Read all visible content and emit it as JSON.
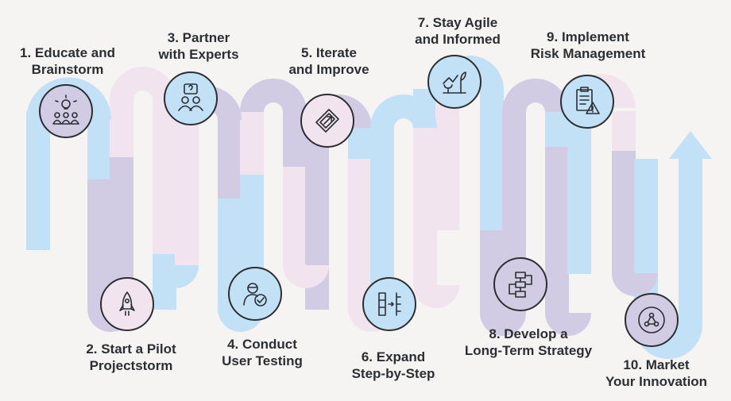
{
  "colors": {
    "background": "#f6f3f3",
    "blue": "#c3e1f6",
    "pink": "#f1e4ee",
    "lavender": "#d1cbe3",
    "circle_border": "#2b2f33",
    "text": "#2b2f33"
  },
  "steps": [
    {
      "number": "1.",
      "line1": "Educate and",
      "line2": "Brainstorm",
      "icon": "people-lightbulb-icon",
      "circle_color": "#d1cbe3"
    },
    {
      "number": "2.",
      "line1": "Start a Pilot",
      "line2": "Projectstorm",
      "icon": "rocket-icon",
      "circle_color": "#f1e4ee"
    },
    {
      "number": "3.",
      "line1": "Partner",
      "line2": "with Experts",
      "icon": "discussion-icon",
      "circle_color": "#c3e1f6"
    },
    {
      "number": "4.",
      "line1": "Conduct",
      "line2": "User Testing",
      "icon": "user-check-icon",
      "circle_color": "#c3e1f6"
    },
    {
      "number": "5.",
      "line1": "Iterate",
      "line2": "and Improve",
      "icon": "tag-arrow-icon",
      "circle_color": "#f1e4ee"
    },
    {
      "number": "6.",
      "line1": "Expand",
      "line2": "Step-by-Step",
      "icon": "progress-steps-icon",
      "circle_color": "#c3e1f6"
    },
    {
      "number": "7.",
      "line1": "Stay Agile",
      "line2": "and Informed",
      "icon": "growth-plant-icon",
      "circle_color": "#c3e1f6"
    },
    {
      "number": "8.",
      "line1": "Develop a",
      "line2": "Long-Term Strategy",
      "icon": "flowchart-icon",
      "circle_color": "#d1cbe3"
    },
    {
      "number": "9.",
      "line1": "Implement",
      "line2": "Risk Management",
      "icon": "clipboard-warning-icon",
      "circle_color": "#c3e1f6"
    },
    {
      "number": "10.",
      "line1": "Market",
      "line2": "Your Innovation",
      "icon": "share-network-icon",
      "circle_color": "#d1cbe3"
    }
  ]
}
